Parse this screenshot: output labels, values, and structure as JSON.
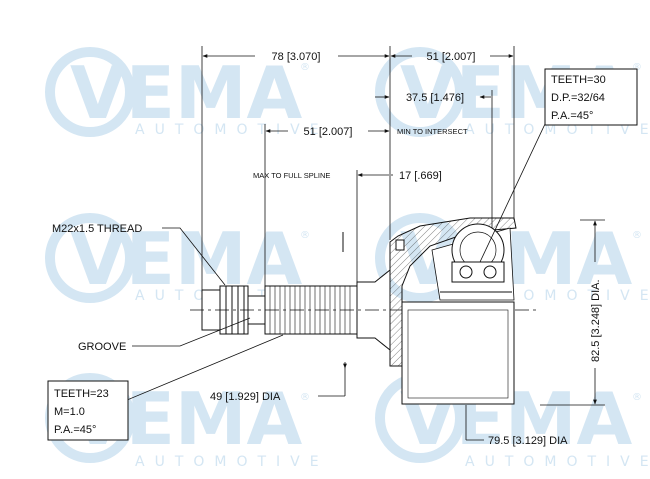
{
  "watermark": {
    "brand": "VEMA",
    "sub": "AUTOMOTIVE",
    "mark": "®",
    "color": "#d4e6f3"
  },
  "dimensions": {
    "overall_length": "78 [3.070]",
    "outer_length": "51 [2.007]",
    "inner_length": "51 [2.007]",
    "inner_length_note": "MIN TO INTERSECT",
    "bell_offset": "37.5 [1.476]",
    "spline_length": "17 [.669]",
    "spline_note": "MAX TO FULL SPLINE",
    "thread": "M22x1.5 THREAD",
    "groove": "GROOVE",
    "shaft_dia": "49 [1.929] DIA",
    "bell_dia": "82.5 [3.248] DIA.",
    "base_dia": "79.5 [3.129] DIA"
  },
  "spec_outer": {
    "teeth": "TEETH=30",
    "dp": "D.P.=32/64",
    "pa": "P.A.=45°"
  },
  "spec_inner": {
    "teeth": "TEETH=23",
    "m": "M=1.0",
    "pa": "P.A.=45°"
  }
}
